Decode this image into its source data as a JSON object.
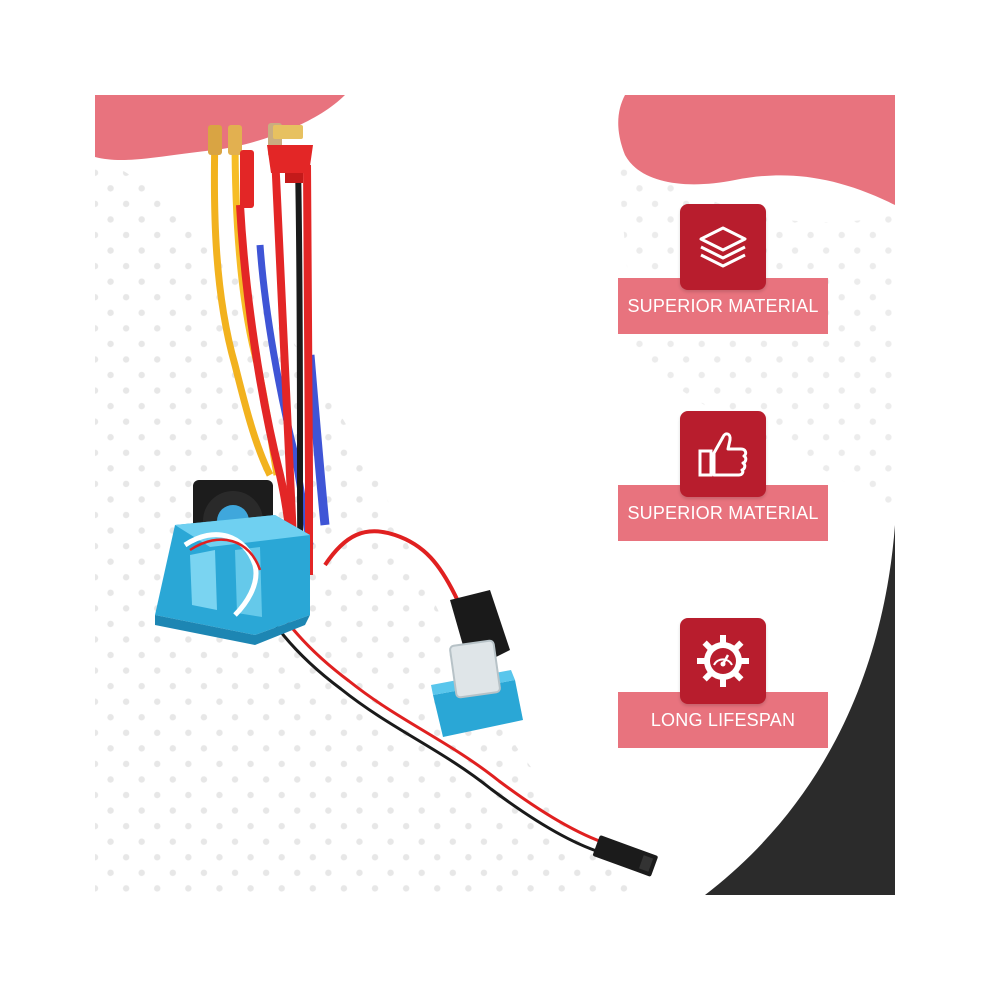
{
  "colors": {
    "accent_pink": "#e8737e",
    "icon_red": "#b81d2d",
    "dark_corner": "#2b2b2b",
    "heatsink_blue": "#2aa7d6"
  },
  "features": [
    {
      "icon": "layers-icon",
      "label": "SUPERIOR MATERIAL"
    },
    {
      "icon": "thumbs-up-icon",
      "label": "SUPERIOR MATERIAL"
    },
    {
      "icon": "gauge-gear-icon",
      "label": "LONG LIFESPAN"
    }
  ]
}
